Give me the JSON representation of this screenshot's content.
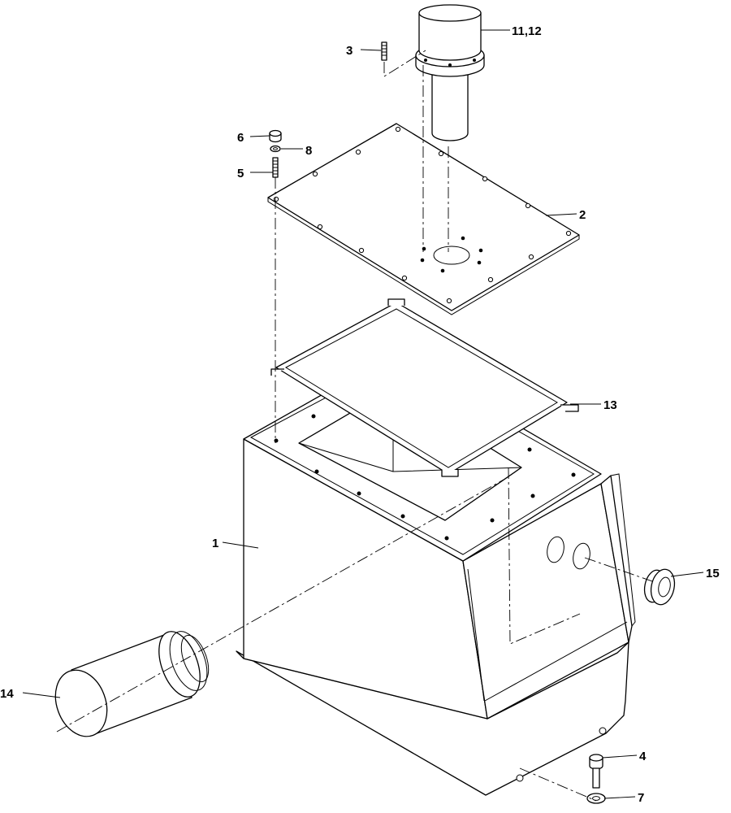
{
  "callouts": {
    "c1": "1",
    "c2": "2",
    "c3": "3",
    "c4": "4",
    "c5": "5",
    "c6": "6",
    "c7": "7",
    "c8": "8",
    "c11_12": "11,12",
    "c13": "13",
    "c14": "14",
    "c15": "15"
  },
  "parts": [
    {
      "id": "1",
      "name": "tank-body"
    },
    {
      "id": "2",
      "name": "cover-plate"
    },
    {
      "id": "3",
      "name": "stud"
    },
    {
      "id": "4",
      "name": "drain-bolt"
    },
    {
      "id": "5",
      "name": "stud"
    },
    {
      "id": "6",
      "name": "nut"
    },
    {
      "id": "7",
      "name": "washer"
    },
    {
      "id": "8",
      "name": "washer"
    },
    {
      "id": "11,12",
      "name": "filler-breather"
    },
    {
      "id": "13",
      "name": "gasket"
    },
    {
      "id": "14",
      "name": "filter-element"
    },
    {
      "id": "15",
      "name": "sight-grommet"
    }
  ]
}
